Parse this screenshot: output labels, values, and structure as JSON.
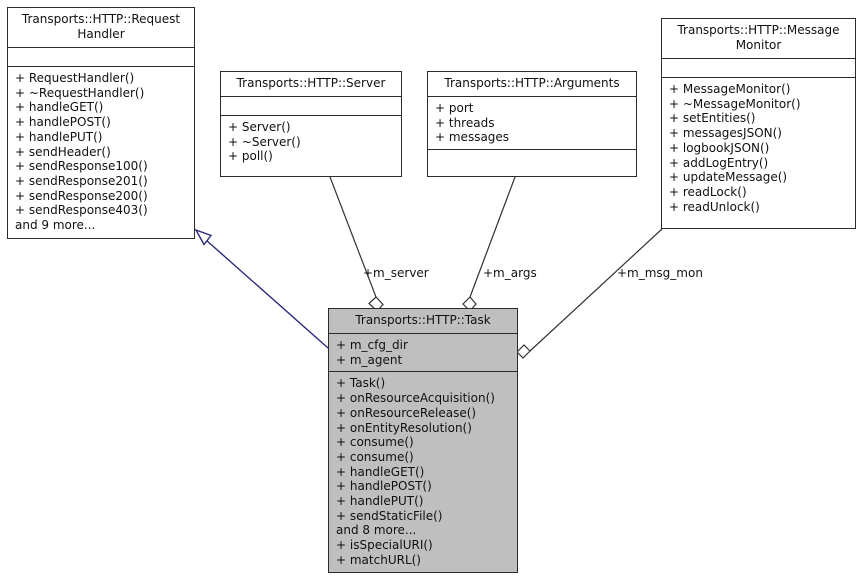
{
  "diagram": {
    "type": "uml-class-diagram",
    "background": "#ffffff",
    "border_color": "#2b2b2b",
    "text_color": "#111111",
    "highlight_fill": "#bfbfbf",
    "inheritance_color": "#2a2a7c",
    "aggregation_color": "#2b2b2b"
  },
  "classes": {
    "request_handler": {
      "name": "Transports::HTTP::Request\nHandler",
      "name_line1": "Transports::HTTP::Request",
      "name_line2": "Handler",
      "attributes": [],
      "operations": [
        "+ RequestHandler()",
        "+ ~RequestHandler()",
        "+ handleGET()",
        "+ handlePOST()",
        "+ handlePUT()",
        "+ sendHeader()",
        "+ sendResponse100()",
        "+ sendResponse201()",
        "+ sendResponse200()",
        "+ sendResponse403()",
        "and 9 more..."
      ]
    },
    "server": {
      "name": "Transports::HTTP::Server",
      "attributes": [],
      "operations": [
        "+ Server()",
        "+ ~Server()",
        "+ poll()"
      ]
    },
    "arguments": {
      "name": "Transports::HTTP::Arguments",
      "attributes": [
        "+ port",
        "+ threads",
        "+ messages"
      ],
      "operations": []
    },
    "message_monitor": {
      "name": "Transports::HTTP::Message\nMonitor",
      "name_line1": "Transports::HTTP::Message",
      "name_line2": "Monitor",
      "attributes": [],
      "operations": [
        "+ MessageMonitor()",
        "+ ~MessageMonitor()",
        "+ setEntities()",
        "+ messagesJSON()",
        "+ logbookJSON()",
        "+ addLogEntry()",
        "+ updateMessage()",
        "+ readLock()",
        "+ readUnlock()"
      ]
    },
    "task": {
      "name": "Transports::HTTP::Task",
      "attributes": [
        "+ m_cfg_dir",
        "+ m_agent"
      ],
      "operations": [
        "+ Task()",
        "+ onResourceAcquisition()",
        "+ onResourceRelease()",
        "+ onEntityResolution()",
        "+ consume()",
        "+ consume()",
        "+ handleGET()",
        "+ handlePOST()",
        "+ handlePUT()",
        "+ sendStaticFile()",
        "and 8 more...",
        "+ isSpecialURI()",
        "+ matchURL()"
      ]
    }
  },
  "relations": [
    {
      "id": "inheritance-requesthandler-task",
      "kind": "inheritance",
      "from": "task",
      "to": "request_handler",
      "label": ""
    },
    {
      "id": "aggregation-server",
      "kind": "aggregation",
      "from": "server",
      "to": "task",
      "label": "+m_server"
    },
    {
      "id": "aggregation-arguments",
      "kind": "aggregation",
      "from": "arguments",
      "to": "task",
      "label": "+m_args"
    },
    {
      "id": "aggregation-messagemonitor",
      "kind": "aggregation",
      "from": "message_monitor",
      "to": "task",
      "label": "+m_msg_mon"
    }
  ]
}
